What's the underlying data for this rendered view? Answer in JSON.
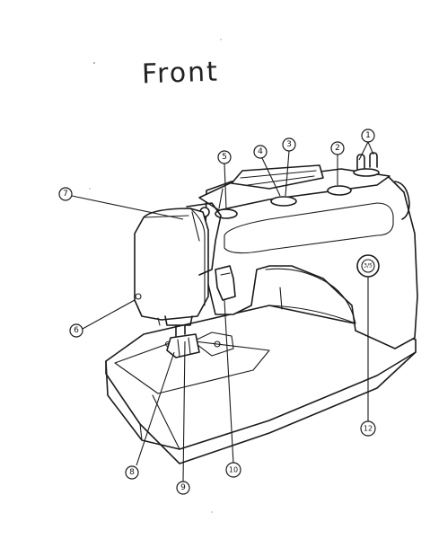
{
  "title": "Front",
  "callouts": [
    {
      "id": "1",
      "label": "①"
    },
    {
      "id": "2",
      "label": "②"
    },
    {
      "id": "3",
      "label": "③"
    },
    {
      "id": "4",
      "label": "④"
    },
    {
      "id": "5",
      "label": "⑤"
    },
    {
      "id": "6",
      "label": "⑥"
    },
    {
      "id": "7",
      "label": "⑦"
    },
    {
      "id": "8",
      "label": "⑧"
    },
    {
      "id": "9",
      "label": "⑨"
    },
    {
      "id": "10",
      "label": "⑩"
    },
    {
      "id": "12",
      "label": "⑫"
    }
  ],
  "dial_marking": "3/5"
}
